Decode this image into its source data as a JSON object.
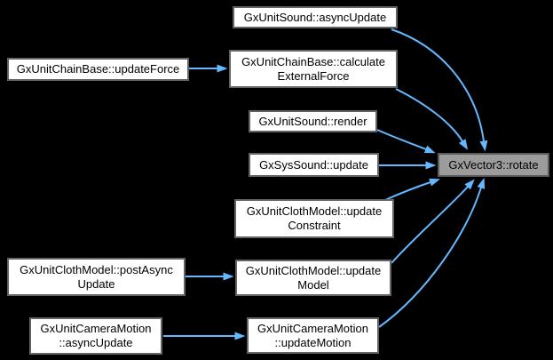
{
  "diagram": {
    "kind": "call-graph",
    "background_color": "#000000",
    "edge_color": "#63b8ff",
    "node_fill": "#ffffff",
    "node_border": "#636363",
    "focus_node_fill": "#9c9c9c",
    "focus_node_border": "#5a5a5a",
    "text_color": "#000000",
    "nodes": [
      {
        "id": "updateForce",
        "label": "GxUnitChainBase::updateForce",
        "focused": false
      },
      {
        "id": "soundAsyncUpdate",
        "label": "GxUnitSound::asyncUpdate",
        "focused": false
      },
      {
        "id": "calculateExternalForce",
        "label": "GxUnitChainBase::calculate\nExternalForce",
        "focused": false
      },
      {
        "id": "soundRender",
        "label": "GxUnitSound::render",
        "focused": false
      },
      {
        "id": "sysSoundUpdate",
        "label": "GxSysSound::update",
        "focused": false
      },
      {
        "id": "clothUpdateConstraint",
        "label": "GxUnitClothModel::update\nConstraint",
        "focused": false
      },
      {
        "id": "clothPostAsyncUpdate",
        "label": "GxUnitClothModel::postAsync\nUpdate",
        "focused": false
      },
      {
        "id": "clothUpdateModel",
        "label": "GxUnitClothModel::update\nModel",
        "focused": false
      },
      {
        "id": "cameraAsyncUpdate",
        "label": "GxUnitCameraMotion\n::asyncUpdate",
        "focused": false
      },
      {
        "id": "cameraUpdateMotion",
        "label": "GxUnitCameraMotion\n::updateMotion",
        "focused": false
      },
      {
        "id": "rotate",
        "label": "GxVector3::rotate",
        "focused": true
      }
    ],
    "edges": [
      {
        "from": "updateForce",
        "to": "calculateExternalForce"
      },
      {
        "from": "soundAsyncUpdate",
        "to": "rotate"
      },
      {
        "from": "calculateExternalForce",
        "to": "rotate"
      },
      {
        "from": "soundRender",
        "to": "rotate"
      },
      {
        "from": "sysSoundUpdate",
        "to": "rotate"
      },
      {
        "from": "clothUpdateConstraint",
        "to": "rotate"
      },
      {
        "from": "clothPostAsyncUpdate",
        "to": "clothUpdateModel"
      },
      {
        "from": "clothUpdateModel",
        "to": "rotate"
      },
      {
        "from": "cameraAsyncUpdate",
        "to": "cameraUpdateMotion"
      },
      {
        "from": "cameraUpdateMotion",
        "to": "rotate"
      }
    ]
  }
}
